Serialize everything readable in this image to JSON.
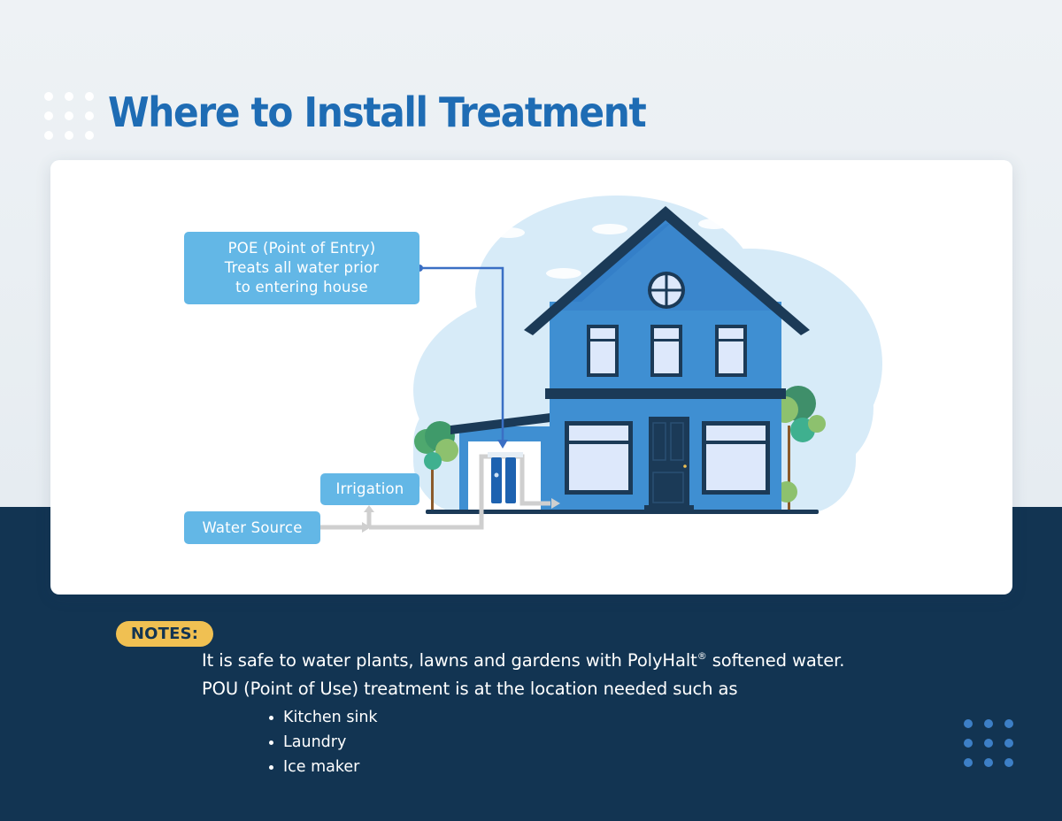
{
  "page": {
    "title": "Where to Install Treatment"
  },
  "diagram": {
    "labels": {
      "poe": {
        "line1": "POE (Point of Entry)",
        "line2": "Treats all water prior",
        "line3": "to entering house"
      },
      "irrigation": "Irrigation",
      "water_source": "Water Source"
    },
    "flow": [
      {
        "from": "Water Source",
        "to": "Irrigation"
      },
      {
        "from": "Water Source",
        "to": "POE filter"
      },
      {
        "from": "POE filter",
        "to": "House"
      }
    ]
  },
  "notes": {
    "badge": "NOTES:",
    "line1_pre": "It is safe to water plants, lawns and gardens with PolyHalt",
    "line1_sup": "®",
    "line1_post": " softened water.",
    "line2": "POU (Point of Use) treatment is at the location needed such as",
    "items": [
      "Kitchen sink",
      "Laundry",
      "Ice maker"
    ]
  },
  "colors": {
    "title": "#1e6cb4",
    "navy": "#123452",
    "label_blue": "#63b7e6",
    "notes_badge": "#f0c052",
    "house_blue": "#3f8fd2",
    "roof": "#1b3a57",
    "pipe_gray": "#cfcfcf",
    "connector": "#3a6fc4"
  }
}
